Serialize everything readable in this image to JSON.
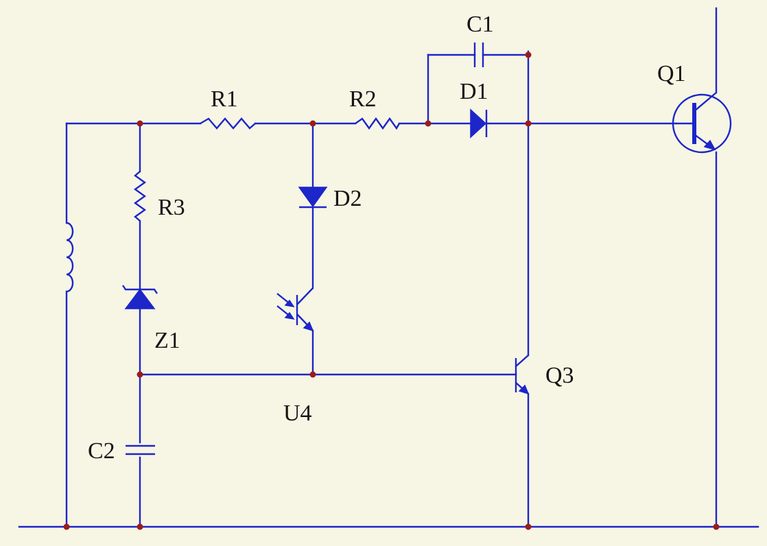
{
  "labels": {
    "c1": "C1",
    "d1": "D1",
    "q1": "Q1",
    "r1": "R1",
    "r2": "R2",
    "r3": "R3",
    "d2": "D2",
    "z1": "Z1",
    "u4": "U4",
    "q3": "Q3",
    "c2": "C2"
  },
  "colors": {
    "wire": "#1c26c9",
    "junction": "#9b1c1c",
    "background": "#f7f5e4",
    "text": "#141414"
  }
}
